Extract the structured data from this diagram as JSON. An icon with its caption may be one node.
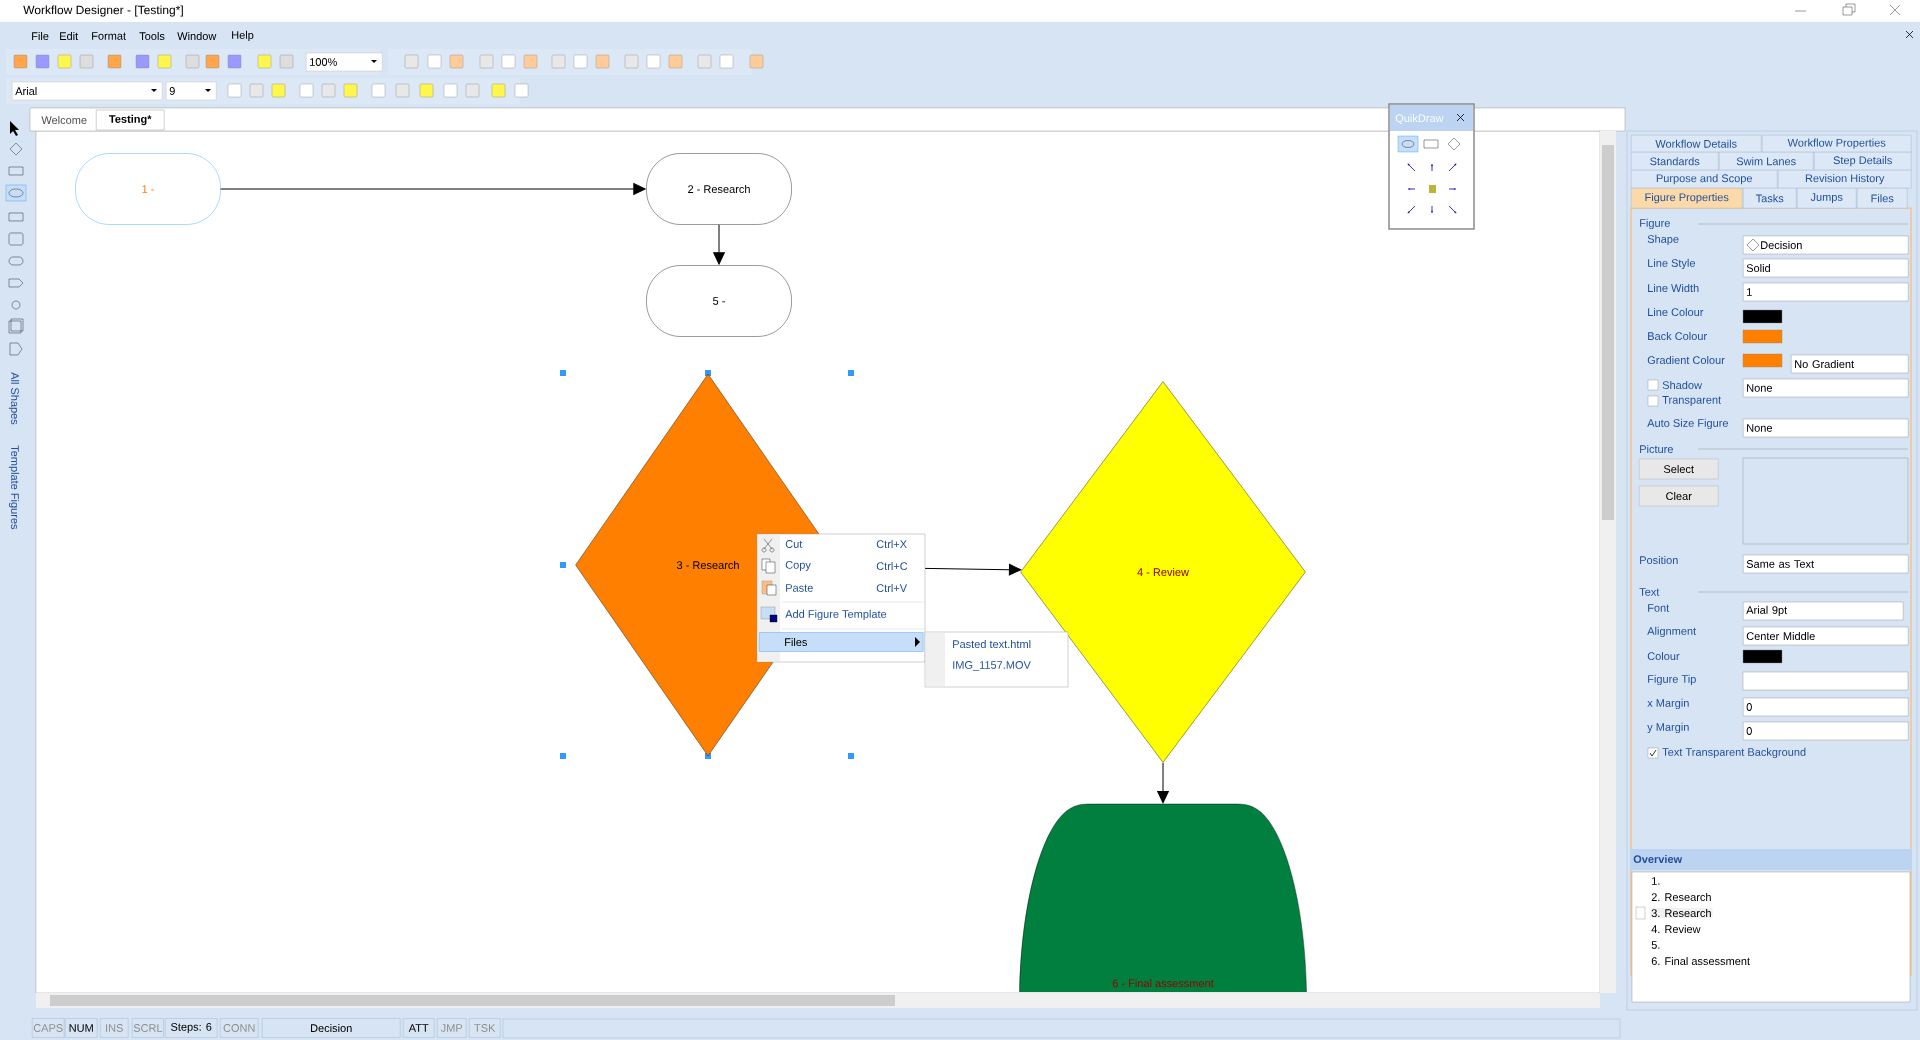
{
  "diagram": {
    "nodes": [
      {
        "text": [
          "1 -"
        ]
      },
      {
        "text": [
          "2 - Research"
        ]
      },
      {
        "text": [
          "5 -"
        ]
      },
      {
        "text": [
          "3 - Research"
        ]
      },
      {
        "text": [
          "4 - Review"
        ]
      },
      {
        "text": [
          "6 - Final assessment"
        ]
      }
    ],
    "edges": [
      {
        "from": 0,
        "to": 1,
        "arrow": "to"
      },
      {
        "from": 1,
        "to": 2,
        "arrow": "to"
      },
      {
        "from": 3,
        "to": 4,
        "arrow": "to"
      },
      {
        "from": 4,
        "to": 5,
        "arrow": "to"
      }
    ],
    "labels": [
      "Workflow Designer - [Testing*]",
      "File",
      "Edit",
      "Format",
      "Tools",
      "Window",
      "Help",
      "100%",
      "Arial",
      "9",
      "Welcome",
      "Testing*",
      "All Shapes",
      "Template Figures",
      "QuikDraw",
      "Workflow Details",
      "Workflow Properties",
      "Standards",
      "Swim Lanes",
      "Step Details",
      "Purpose and Scope",
      "Revision History",
      "Figure Properties",
      "Tasks",
      "Jumps",
      "Files",
      "Figure",
      "Shape",
      "Decision",
      "Line Style",
      "Solid",
      "Line Width",
      "1",
      "Line Colour",
      "Back Colour",
      "Gradient Colour",
      "No Gradient",
      "Shadow",
      "Transparent",
      "None",
      "Auto Size Figure",
      "None",
      "Picture",
      "Select",
      "Clear",
      "Position",
      "Same as Text",
      "Text",
      "Font",
      "Arial 9pt",
      "Alignment",
      "Center Middle",
      "Colour",
      "Figure Tip",
      "x Margin",
      "0",
      "y Margin",
      "0",
      "Text Transparent Background",
      "Overview",
      "1.",
      "2. Research",
      "3. Research",
      "4. Review",
      "5.",
      "6. Final assessment",
      "Cut",
      "Ctrl+X",
      "Copy",
      "Ctrl+C",
      "Paste",
      "Ctrl+V",
      "Add Figure Template",
      "Files",
      "Pasted text.html",
      "IMG_1157.MOV",
      "CAPS",
      "NUM",
      "INS",
      "SCRL",
      "Steps: 6",
      "CONN",
      "Decision",
      "ATT",
      "JMP",
      "TSK"
    ]
  }
}
